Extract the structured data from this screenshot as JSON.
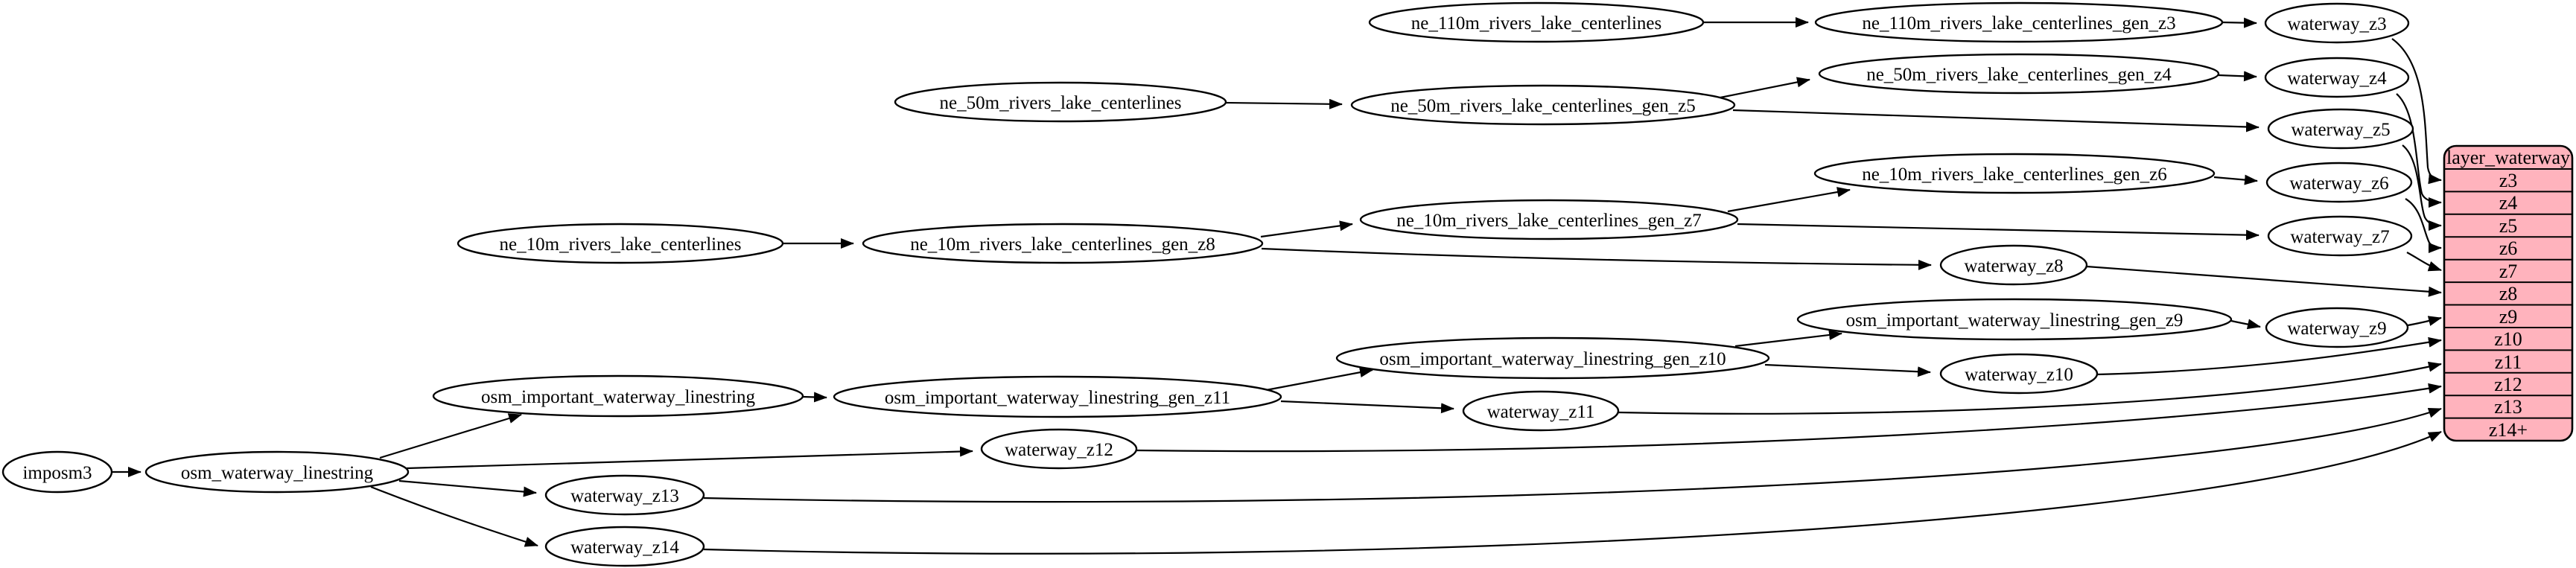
{
  "nodes": {
    "imposm3": "imposm3",
    "osm_waterway_linestring": "osm_waterway_linestring",
    "osm_important_waterway_linestring": "osm_important_waterway_linestring",
    "osm_important_waterway_linestring_gen_z11": "osm_important_waterway_linestring_gen_z11",
    "osm_important_waterway_linestring_gen_z10": "osm_important_waterway_linestring_gen_z10",
    "osm_important_waterway_linestring_gen_z9": "osm_important_waterway_linestring_gen_z9",
    "ne_110m_rivers_lake_centerlines": "ne_110m_rivers_lake_centerlines",
    "ne_110m_rivers_lake_centerlines_gen_z3": "ne_110m_rivers_lake_centerlines_gen_z3",
    "ne_50m_rivers_lake_centerlines": "ne_50m_rivers_lake_centerlines",
    "ne_50m_rivers_lake_centerlines_gen_z5": "ne_50m_rivers_lake_centerlines_gen_z5",
    "ne_50m_rivers_lake_centerlines_gen_z4": "ne_50m_rivers_lake_centerlines_gen_z4",
    "ne_10m_rivers_lake_centerlines": "ne_10m_rivers_lake_centerlines",
    "ne_10m_rivers_lake_centerlines_gen_z8": "ne_10m_rivers_lake_centerlines_gen_z8",
    "ne_10m_rivers_lake_centerlines_gen_z7": "ne_10m_rivers_lake_centerlines_gen_z7",
    "ne_10m_rivers_lake_centerlines_gen_z6": "ne_10m_rivers_lake_centerlines_gen_z6",
    "waterway_z3": "waterway_z3",
    "waterway_z4": "waterway_z4",
    "waterway_z5": "waterway_z5",
    "waterway_z6": "waterway_z6",
    "waterway_z7": "waterway_z7",
    "waterway_z8": "waterway_z8",
    "waterway_z9": "waterway_z9",
    "waterway_z10": "waterway_z10",
    "waterway_z11": "waterway_z11",
    "waterway_z12": "waterway_z12",
    "waterway_z13": "waterway_z13",
    "waterway_z14": "waterway_z14"
  },
  "record": {
    "title": "layer_waterway",
    "rows": [
      "z3",
      "z4",
      "z5",
      "z6",
      "z7",
      "z8",
      "z9",
      "z10",
      "z11",
      "z12",
      "z13",
      "z14+"
    ]
  },
  "edges": [
    [
      "imposm3",
      "osm_waterway_linestring"
    ],
    [
      "osm_waterway_linestring",
      "osm_important_waterway_linestring"
    ],
    [
      "osm_waterway_linestring",
      "waterway_z12"
    ],
    [
      "osm_waterway_linestring",
      "waterway_z13"
    ],
    [
      "osm_waterway_linestring",
      "waterway_z14"
    ],
    [
      "osm_important_waterway_linestring",
      "osm_important_waterway_linestring_gen_z11"
    ],
    [
      "osm_important_waterway_linestring_gen_z11",
      "waterway_z11"
    ],
    [
      "osm_important_waterway_linestring_gen_z11",
      "osm_important_waterway_linestring_gen_z10"
    ],
    [
      "osm_important_waterway_linestring_gen_z10",
      "waterway_z10"
    ],
    [
      "osm_important_waterway_linestring_gen_z10",
      "osm_important_waterway_linestring_gen_z9"
    ],
    [
      "osm_important_waterway_linestring_gen_z9",
      "waterway_z9"
    ],
    [
      "ne_110m_rivers_lake_centerlines",
      "ne_110m_rivers_lake_centerlines_gen_z3"
    ],
    [
      "ne_110m_rivers_lake_centerlines_gen_z3",
      "waterway_z3"
    ],
    [
      "ne_50m_rivers_lake_centerlines",
      "ne_50m_rivers_lake_centerlines_gen_z5"
    ],
    [
      "ne_50m_rivers_lake_centerlines_gen_z5",
      "ne_50m_rivers_lake_centerlines_gen_z4"
    ],
    [
      "ne_50m_rivers_lake_centerlines_gen_z5",
      "waterway_z5"
    ],
    [
      "ne_50m_rivers_lake_centerlines_gen_z4",
      "waterway_z4"
    ],
    [
      "ne_10m_rivers_lake_centerlines",
      "ne_10m_rivers_lake_centerlines_gen_z8"
    ],
    [
      "ne_10m_rivers_lake_centerlines_gen_z8",
      "ne_10m_rivers_lake_centerlines_gen_z7"
    ],
    [
      "ne_10m_rivers_lake_centerlines_gen_z8",
      "waterway_z8"
    ],
    [
      "ne_10m_rivers_lake_centerlines_gen_z7",
      "ne_10m_rivers_lake_centerlines_gen_z6"
    ],
    [
      "ne_10m_rivers_lake_centerlines_gen_z7",
      "waterway_z7"
    ],
    [
      "ne_10m_rivers_lake_centerlines_gen_z6",
      "waterway_z6"
    ],
    [
      "waterway_z3",
      "layer_waterway:z3"
    ],
    [
      "waterway_z4",
      "layer_waterway:z4"
    ],
    [
      "waterway_z5",
      "layer_waterway:z5"
    ],
    [
      "waterway_z6",
      "layer_waterway:z6"
    ],
    [
      "waterway_z7",
      "layer_waterway:z7"
    ],
    [
      "waterway_z8",
      "layer_waterway:z8"
    ],
    [
      "waterway_z9",
      "layer_waterway:z9"
    ],
    [
      "waterway_z10",
      "layer_waterway:z10"
    ],
    [
      "waterway_z11",
      "layer_waterway:z11"
    ],
    [
      "waterway_z12",
      "layer_waterway:z12"
    ],
    [
      "waterway_z13",
      "layer_waterway:z13"
    ],
    [
      "waterway_z14",
      "layer_waterway:z14+"
    ]
  ],
  "colors": {
    "background": "#ffffff",
    "node_fill": "#ffffff",
    "node_stroke": "#000000",
    "edge": "#000000",
    "record_fill": "#ffb3bd",
    "record_stroke": "#000000"
  }
}
